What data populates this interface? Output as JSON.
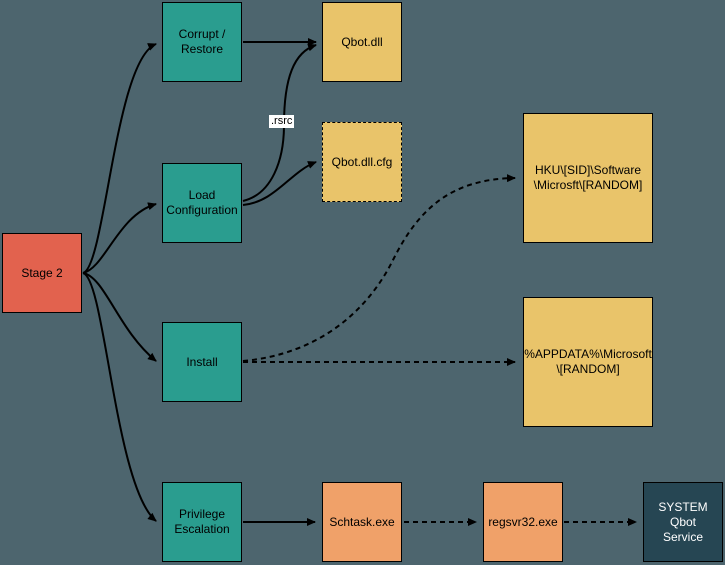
{
  "colors": {
    "background": "#4D656E",
    "red": "#E2624E",
    "teal": "#2A9D8F",
    "yellow": "#E9C46A",
    "orange": "#F0A169",
    "dark": "#264653",
    "line": "#000000",
    "label_bg": "#FFFFFF"
  },
  "nodes": {
    "stage2": {
      "lines": [
        "Stage 2"
      ]
    },
    "corrupt_restore": {
      "lines": [
        "Corrupt /",
        "Restore"
      ]
    },
    "load_configuration": {
      "lines": [
        "Load",
        "Configuration"
      ]
    },
    "install": {
      "lines": [
        "Install"
      ]
    },
    "privilege_escalation": {
      "lines": [
        "Privilege",
        "Escalation"
      ]
    },
    "qbot_dll": {
      "lines": [
        "Qbot.dll"
      ]
    },
    "qbot_dll_cfg": {
      "lines": [
        "Qbot.dll.cfg"
      ]
    },
    "hku_registry": {
      "lines": [
        "HKU\\[SID]\\Software",
        "\\Microsft\\[RANDOM]"
      ]
    },
    "appdata_path": {
      "lines": [
        "%APPDATA%\\Microsoft",
        "\\[RANDOM]"
      ]
    },
    "schtask": {
      "lines": [
        "Schtask.exe"
      ]
    },
    "regsvr32": {
      "lines": [
        "regsvr32.exe"
      ]
    },
    "system_qbot_service": {
      "lines": [
        "SYSTEM",
        "Qbot",
        "Service"
      ]
    }
  },
  "edges": {
    "rsrc_label": ".rsrc"
  }
}
